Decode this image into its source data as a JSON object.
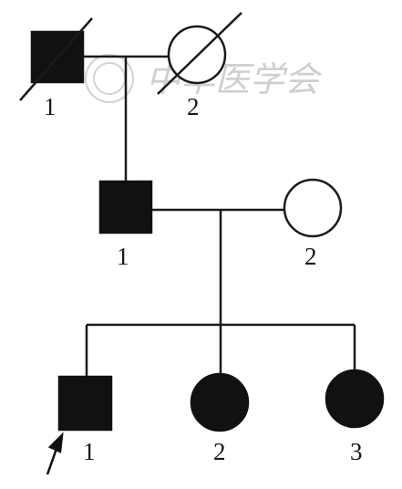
{
  "pedigree": {
    "generations": [
      {
        "members": [
          {
            "id": "I-1",
            "label": "1",
            "sex": "male",
            "affected": true,
            "deceased": true
          },
          {
            "id": "I-2",
            "label": "2",
            "sex": "female",
            "affected": false,
            "deceased": true
          }
        ]
      },
      {
        "members": [
          {
            "id": "II-1",
            "label": "1",
            "sex": "male",
            "affected": true,
            "deceased": false
          },
          {
            "id": "II-2",
            "label": "2",
            "sex": "female",
            "affected": false,
            "deceased": false
          }
        ]
      },
      {
        "members": [
          {
            "id": "III-1",
            "label": "1",
            "sex": "male",
            "affected": true,
            "deceased": false,
            "proband": true
          },
          {
            "id": "III-2",
            "label": "2",
            "sex": "female",
            "affected": true,
            "deceased": false
          },
          {
            "id": "III-3",
            "label": "3",
            "sex": "female",
            "affected": true,
            "deceased": false
          }
        ]
      }
    ]
  },
  "watermark": {
    "text": "中华医学会",
    "color": "#cfcfcf"
  },
  "colors": {
    "affected": "#111111",
    "line": "#1a1a1a",
    "background": "#ffffff"
  }
}
